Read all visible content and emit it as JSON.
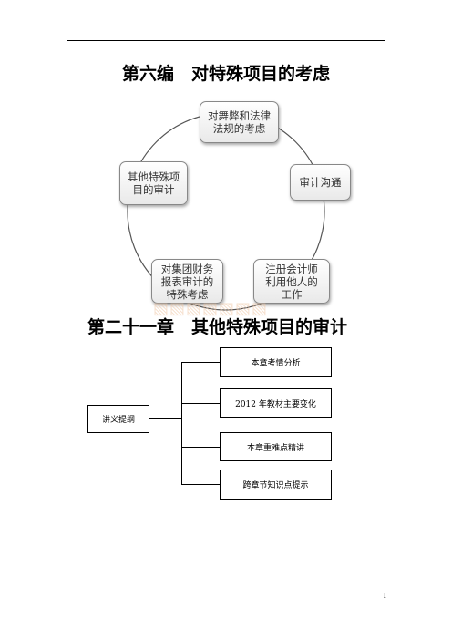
{
  "part_title": "第六编　对特殊项目的考虑",
  "cycle_nodes": [
    "对舞弊和法律\n法规的考虑",
    "审计沟通",
    "注册会计师\n利用他人的\n工作",
    "对集团财务\n报表审计的\n特殊考虑",
    "其他特殊项\n目的审计"
  ],
  "chapter_title": "第二十一章　其他特殊项目的审计",
  "outline": {
    "root": "讲义提纲",
    "items": [
      "本章考情分析",
      "2012 年教材主要变化",
      "本章重难点精讲",
      "跨章节知识点提示"
    ]
  },
  "page_number": "1"
}
